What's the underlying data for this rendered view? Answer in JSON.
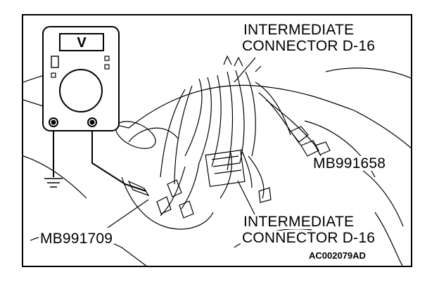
{
  "labels": {
    "top_connector_line1": "INTERMEDIATE",
    "top_connector_line2": "CONNECTOR D-16",
    "harness_tool": "MB991658",
    "bottom_connector_line1": "INTERMEDIATE",
    "bottom_connector_line2": "CONNECTOR D-16",
    "lead_tool": "MB991709",
    "figure_code": "AC002079AD"
  },
  "meter": {
    "display_symbol": "V"
  },
  "colors": {
    "ink": "#000000",
    "background": "#ffffff"
  }
}
